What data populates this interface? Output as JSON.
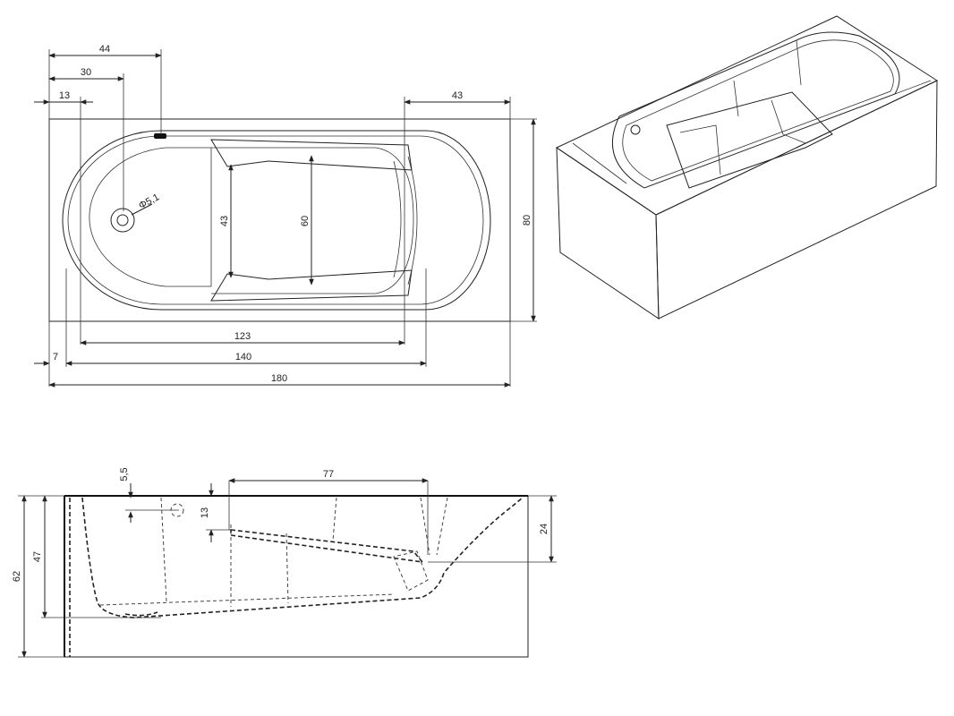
{
  "top_view": {
    "dims": {
      "d44": "44",
      "d30": "30",
      "d13": "13",
      "d43_top": "43",
      "d43_inner": "43",
      "d60": "60",
      "d80": "80",
      "d123": "123",
      "d7": "7",
      "d140": "140",
      "d180": "180",
      "drain": "Φ5,1"
    }
  },
  "side_view": {
    "dims": {
      "d5_5": "5,5",
      "d77": "77",
      "d13": "13",
      "d24": "24",
      "d47": "47",
      "d62": "62"
    }
  }
}
